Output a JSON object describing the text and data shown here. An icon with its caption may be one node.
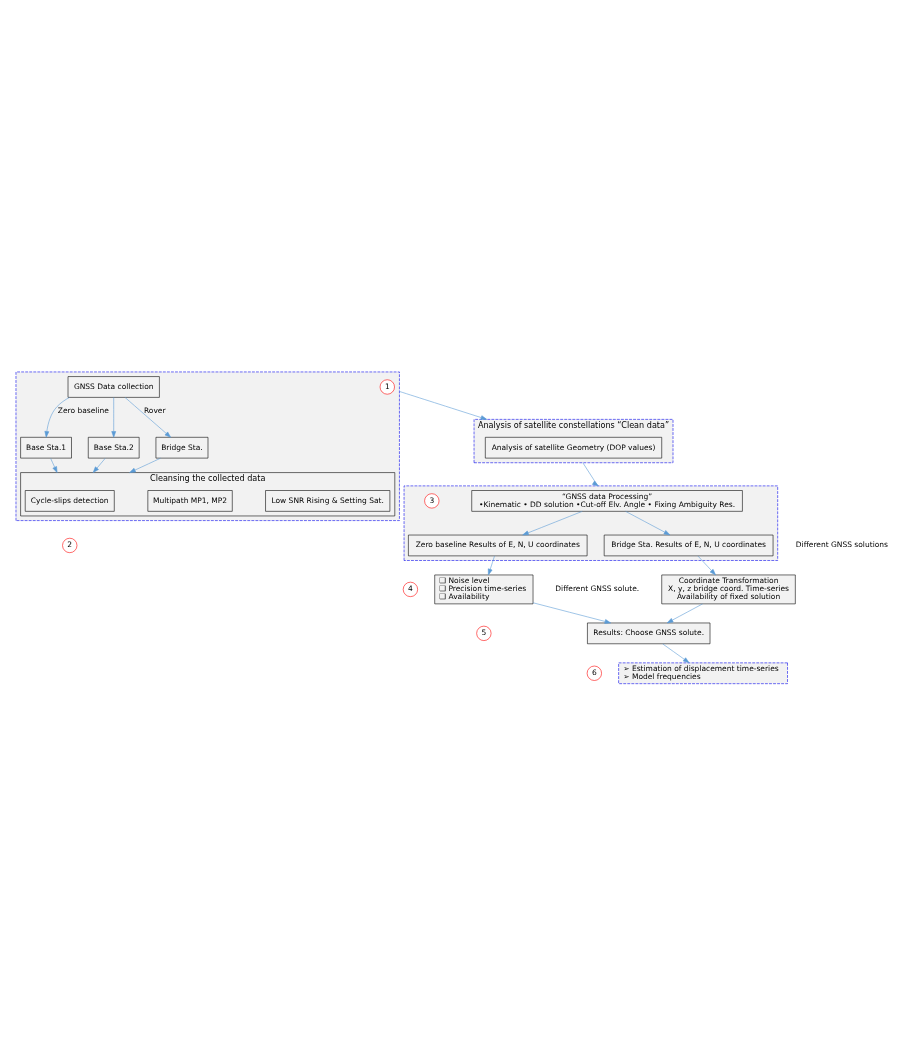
{
  "diagram": {
    "nodes": [
      {
        "text": [],
        "shape": "box"
      },
      {
        "text": [
          "1"
        ],
        "in": 0
      },
      {
        "text": [
          "GNSS Data collection"
        ],
        "in": 0
      },
      {
        "text": [
          "Base Sta.1"
        ],
        "in": 0
      },
      {
        "text": [
          "Base Sta.2"
        ],
        "in": 0
      },
      {
        "text": [
          "Bridge Sta."
        ],
        "in": 0
      },
      {
        "text": [
          "Cleansing the collected data"
        ],
        "in": 0
      },
      {
        "text": [
          "Cycle-slips detection"
        ],
        "in": 6
      },
      {
        "text": [
          "Multipath MP1, MP2"
        ],
        "in": 6
      },
      {
        "text": [
          "Low SNR Rising & Setting Sat."
        ],
        "in": 6
      },
      {
        "text": [
          "Analysis of satellite constellations “Clean data”"
        ]
      },
      {
        "text": [
          "2"
        ]
      },
      {
        "text": [
          "Analysis of satellite Geometry (DOP values)"
        ],
        "in": 10
      },
      {
        "text": [],
        "shape": "box"
      },
      {
        "text": [
          "“GNSS data Processing”",
          "•Kinematic • DD solution •Cut-off Elv. Angle • Fixing Ambiguity Res."
        ],
        "in": 13
      },
      {
        "text": [
          "3"
        ],
        "in": 13
      },
      {
        "text": [
          "Zero baseline Results of E, N, U coordinates"
        ],
        "in": 13
      },
      {
        "text": [
          "Bridge Sta. Results of E, N, U coordinates"
        ],
        "in": 13
      },
      {
        "text": [
          "4"
        ]
      },
      {
        "text": [
          "❑ Noise level",
          "❑ Precision time-series",
          "❑ Availability"
        ]
      },
      {
        "text": [
          "Coordinate Transformation",
          "X, y, z bridge coord. Time-series",
          "Availability of fixed solution"
        ]
      },
      {
        "text": [
          "5"
        ]
      },
      {
        "text": [
          "Results: Choose GNSS solute."
        ]
      },
      {
        "text": [
          "6"
        ]
      },
      {
        "text": [
          "➢ Estimation of displacement time-series",
          "➢ Model frequencies"
        ]
      }
    ],
    "edges": [
      {
        "from": 2,
        "to": 3,
        "arrow": "to",
        "label": "Zero baseline"
      },
      {
        "from": 2,
        "to": 4,
        "arrow": "to"
      },
      {
        "from": 2,
        "to": 5,
        "arrow": "to",
        "label": "Rover"
      },
      {
        "from": 3,
        "to": 6,
        "arrow": "to"
      },
      {
        "from": 4,
        "to": 6,
        "arrow": "to"
      },
      {
        "from": 5,
        "to": 6,
        "arrow": "to"
      },
      {
        "from": 0,
        "to": 10,
        "arrow": "to"
      },
      {
        "from": 10,
        "to": 13,
        "arrow": "to"
      },
      {
        "from": 14,
        "to": 16,
        "arrow": "to"
      },
      {
        "from": 14,
        "to": 17,
        "arrow": "to"
      },
      {
        "from": 16,
        "to": 19,
        "arrow": "to"
      },
      {
        "from": 17,
        "to": 20,
        "arrow": "to"
      },
      {
        "from": 19,
        "to": 22,
        "arrow": "to"
      },
      {
        "from": 20,
        "to": 22,
        "arrow": "to"
      },
      {
        "from": 22,
        "to": 24,
        "arrow": "to"
      }
    ],
    "labels": [
      "Different GNSS solutions",
      "Different GNSS solute."
    ]
  }
}
